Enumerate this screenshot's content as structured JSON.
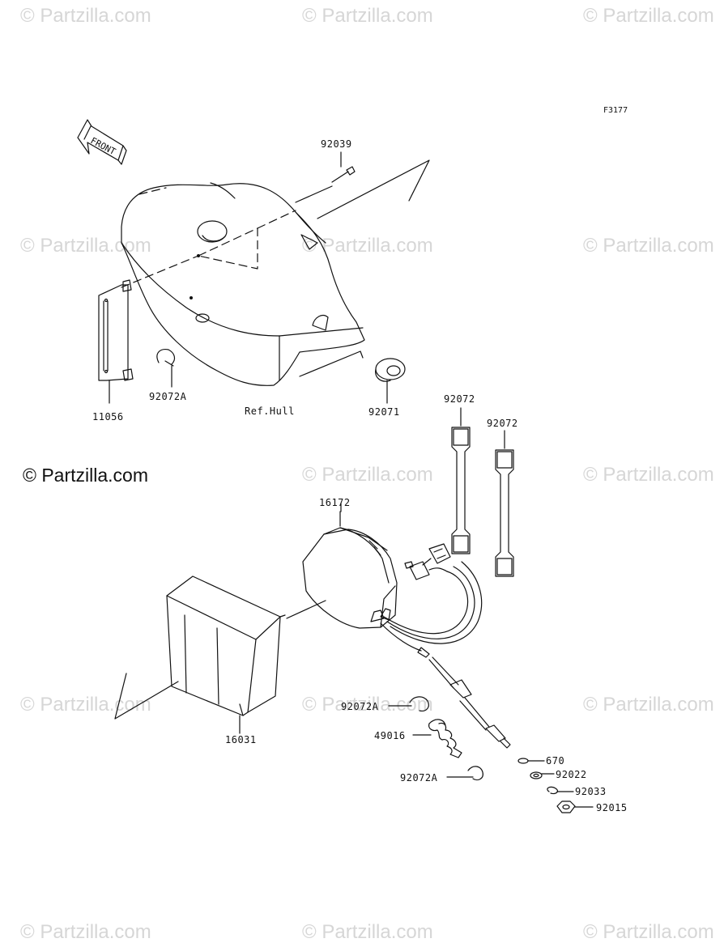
{
  "watermark": "© Partzilla.com",
  "brand": "© Partzilla.com",
  "figure_id": "F3177",
  "front_label": "FRONT",
  "ref_label": "Ref.Hull",
  "parts": {
    "p92039": "92039",
    "p11056": "11056",
    "p92072A_top": "92072A",
    "p92071": "92071",
    "p92072_a": "92072",
    "p92072_b": "92072",
    "p16172": "16172",
    "p16031": "16031",
    "p92072A_mid": "92072A",
    "p49016": "49016",
    "p92072A_low": "92072A",
    "p670": "670",
    "p92022": "92022",
    "p92033": "92033",
    "p92015": "92015"
  }
}
